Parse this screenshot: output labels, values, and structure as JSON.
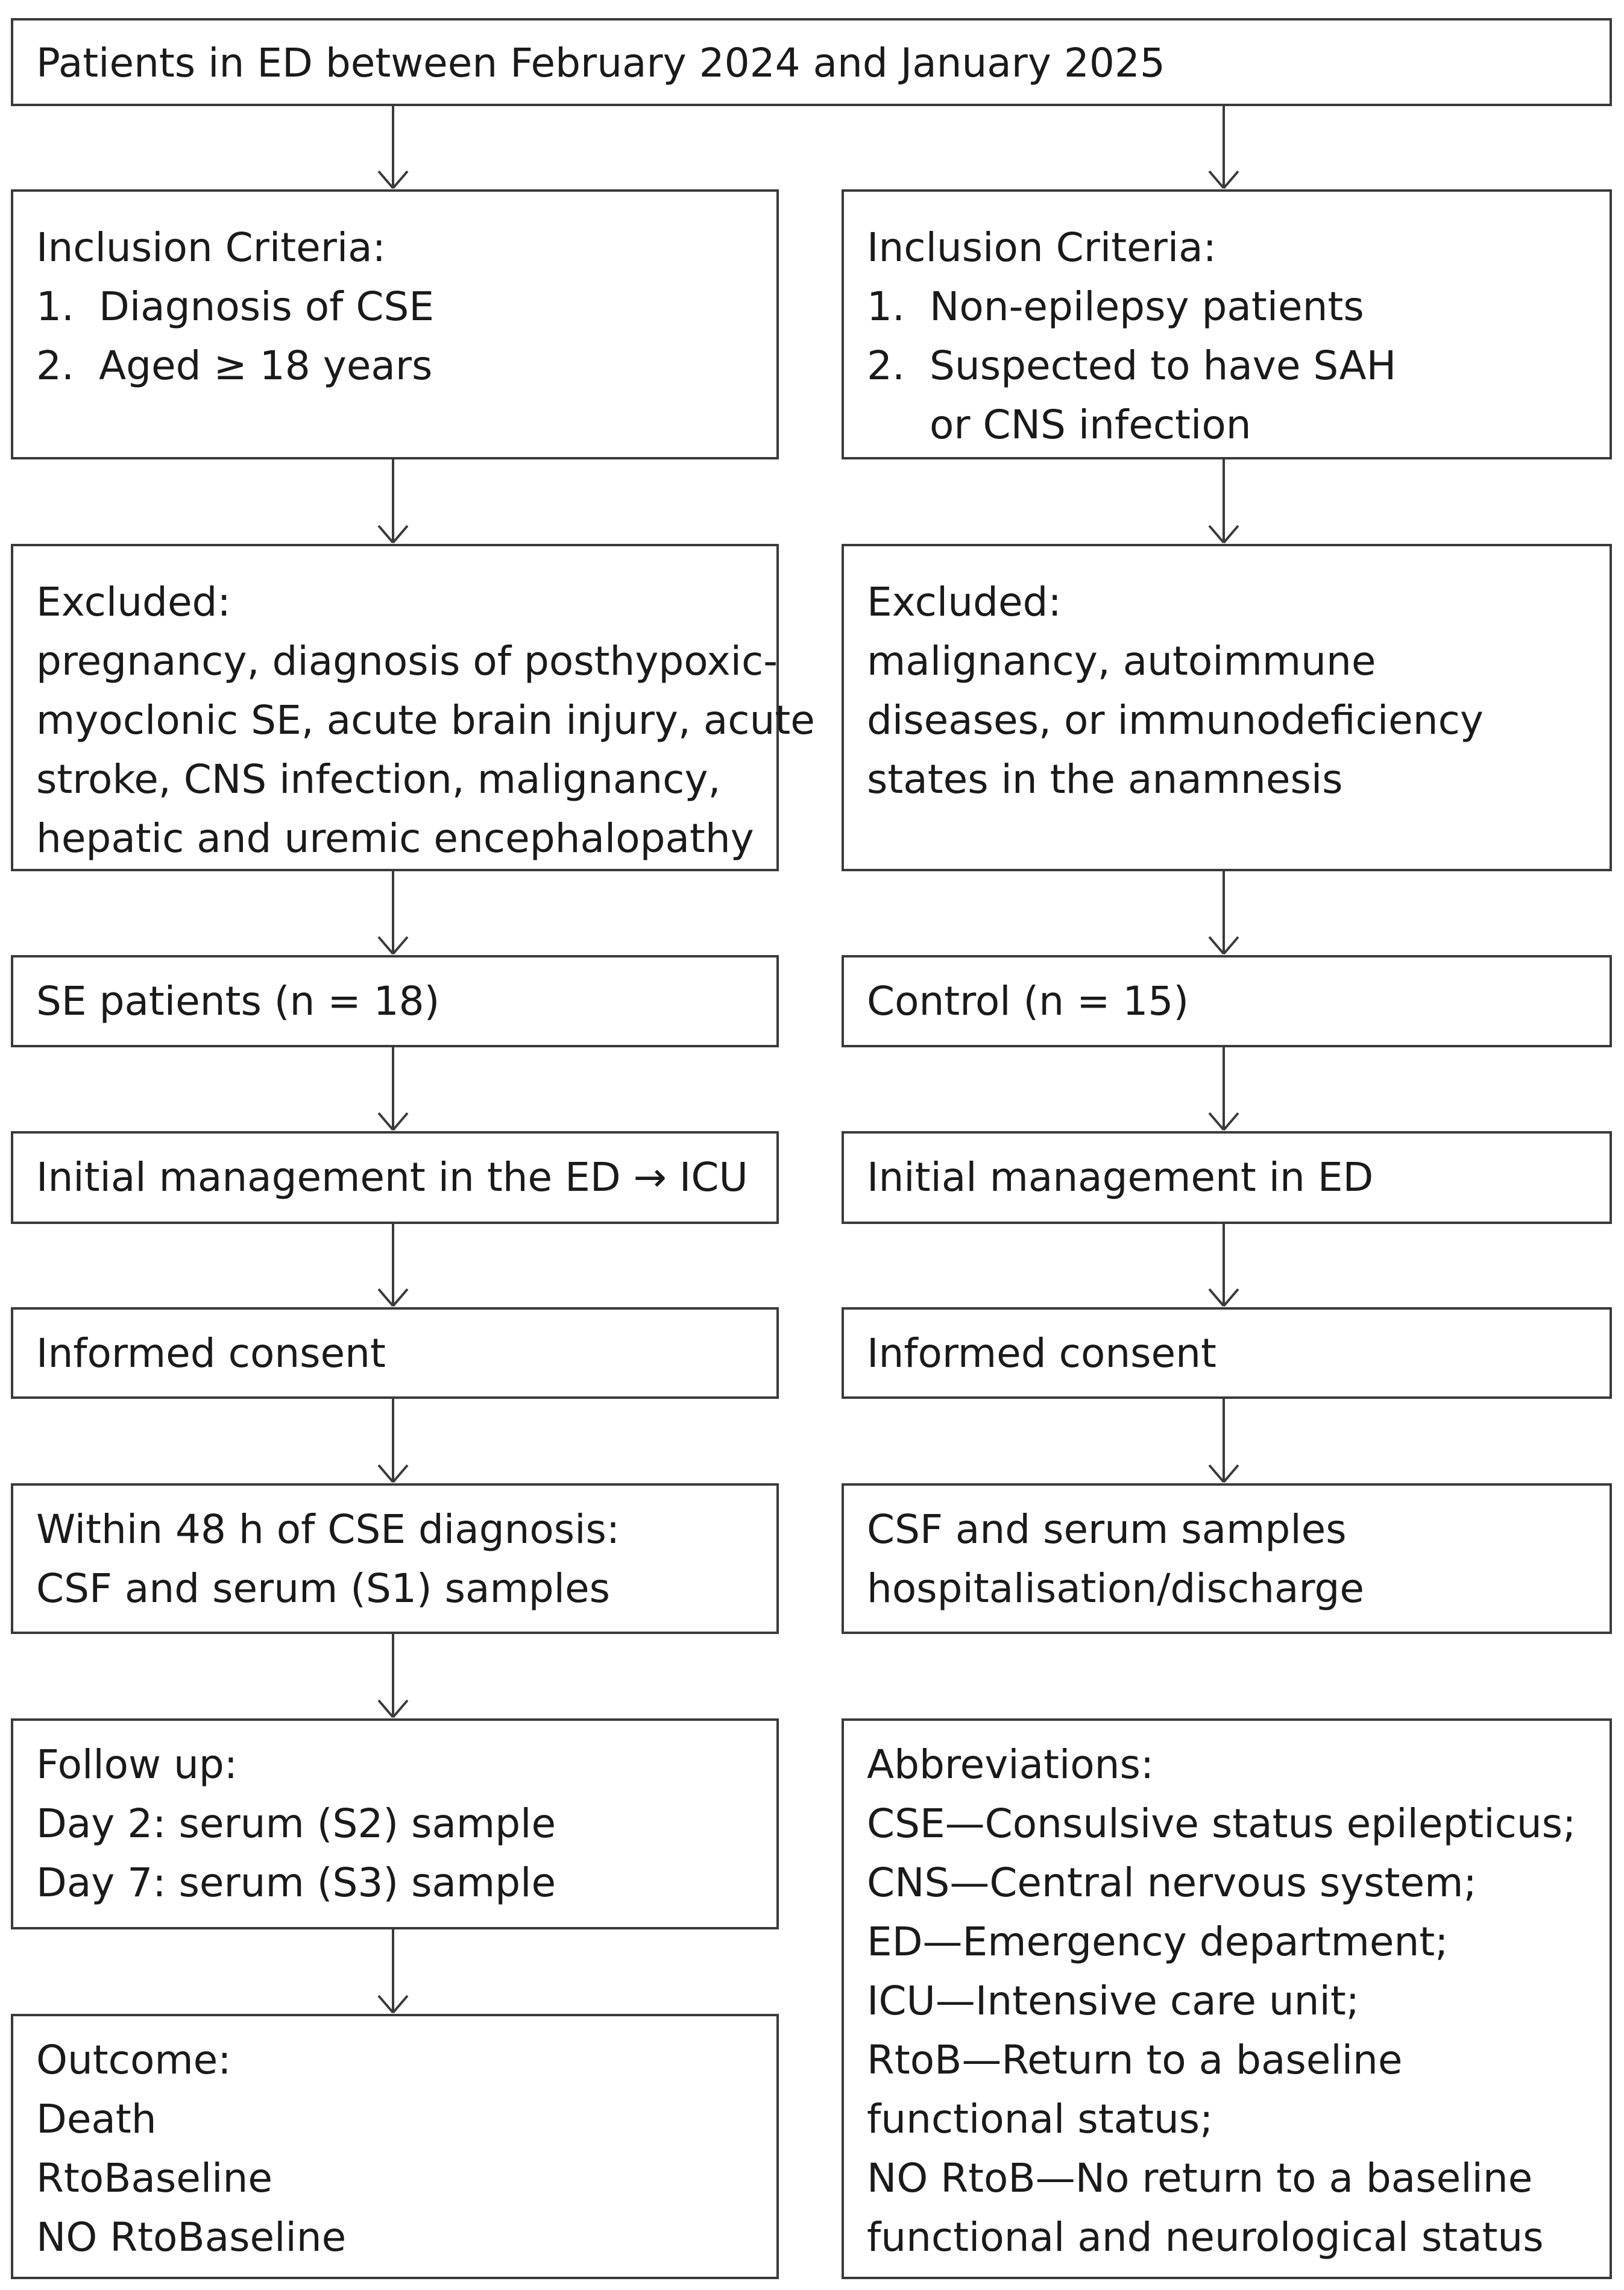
{
  "top": {
    "text": "Patients in ED between February 2024 and January 2025"
  },
  "left": {
    "inclusion": {
      "title": "Inclusion Criteria:",
      "items": [
        {
          "num": "1.",
          "text": "Diagnosis of CSE"
        },
        {
          "num": "2.",
          "text": "Aged ≥ 18 years"
        }
      ]
    },
    "excluded": {
      "title": "Excluded:",
      "lines": [
        "pregnancy, diagnosis of posthypoxic-",
        "myoclonic SE, acute brain injury, acute",
        "stroke, CNS  infection, malignancy,",
        "hepatic and uremic encephalopathy"
      ]
    },
    "group": "SE patients (n = 18)",
    "management": "Initial management in the ED → ICU",
    "consent": "Informed consent",
    "samples": [
      "Within 48 h of CSE diagnosis:",
      "CSF and serum (S1) samples"
    ],
    "followup": [
      "Follow up:",
      "Day 2: serum (S2) sample",
      "Day 7: serum (S3) sample"
    ],
    "outcome": [
      "Outcome:",
      "Death",
      "RtoBaseline",
      "NO RtoBaseline"
    ]
  },
  "right": {
    "inclusion": {
      "title": "Inclusion Criteria:",
      "items": [
        {
          "num": "1.",
          "text": "Non-epilepsy patients"
        },
        {
          "num": "2.",
          "text": "Suspected to have SAH"
        }
      ],
      "continuation": "or CNS infection"
    },
    "excluded": {
      "title": "Excluded:",
      "lines": [
        "malignancy, autoimmune",
        "diseases, or immunodeficiency",
        "states in the anamnesis"
      ]
    },
    "group": "Control (n = 15)",
    "management": "Initial management in ED",
    "consent": "Informed consent",
    "samples": [
      "CSF and serum samples",
      "hospitalisation/discharge"
    ],
    "abbreviations": [
      "Abbreviations:",
      "CSE—Consulsive status epilepticus;",
      "CNS—Central nervous system;",
      "ED—Emergency department;",
      "ICU—Intensive care unit;",
      "RtoB—Return to a baseline",
      "functional status;",
      "NO RtoB—No return to a baseline",
      "functional and neurological status"
    ]
  }
}
